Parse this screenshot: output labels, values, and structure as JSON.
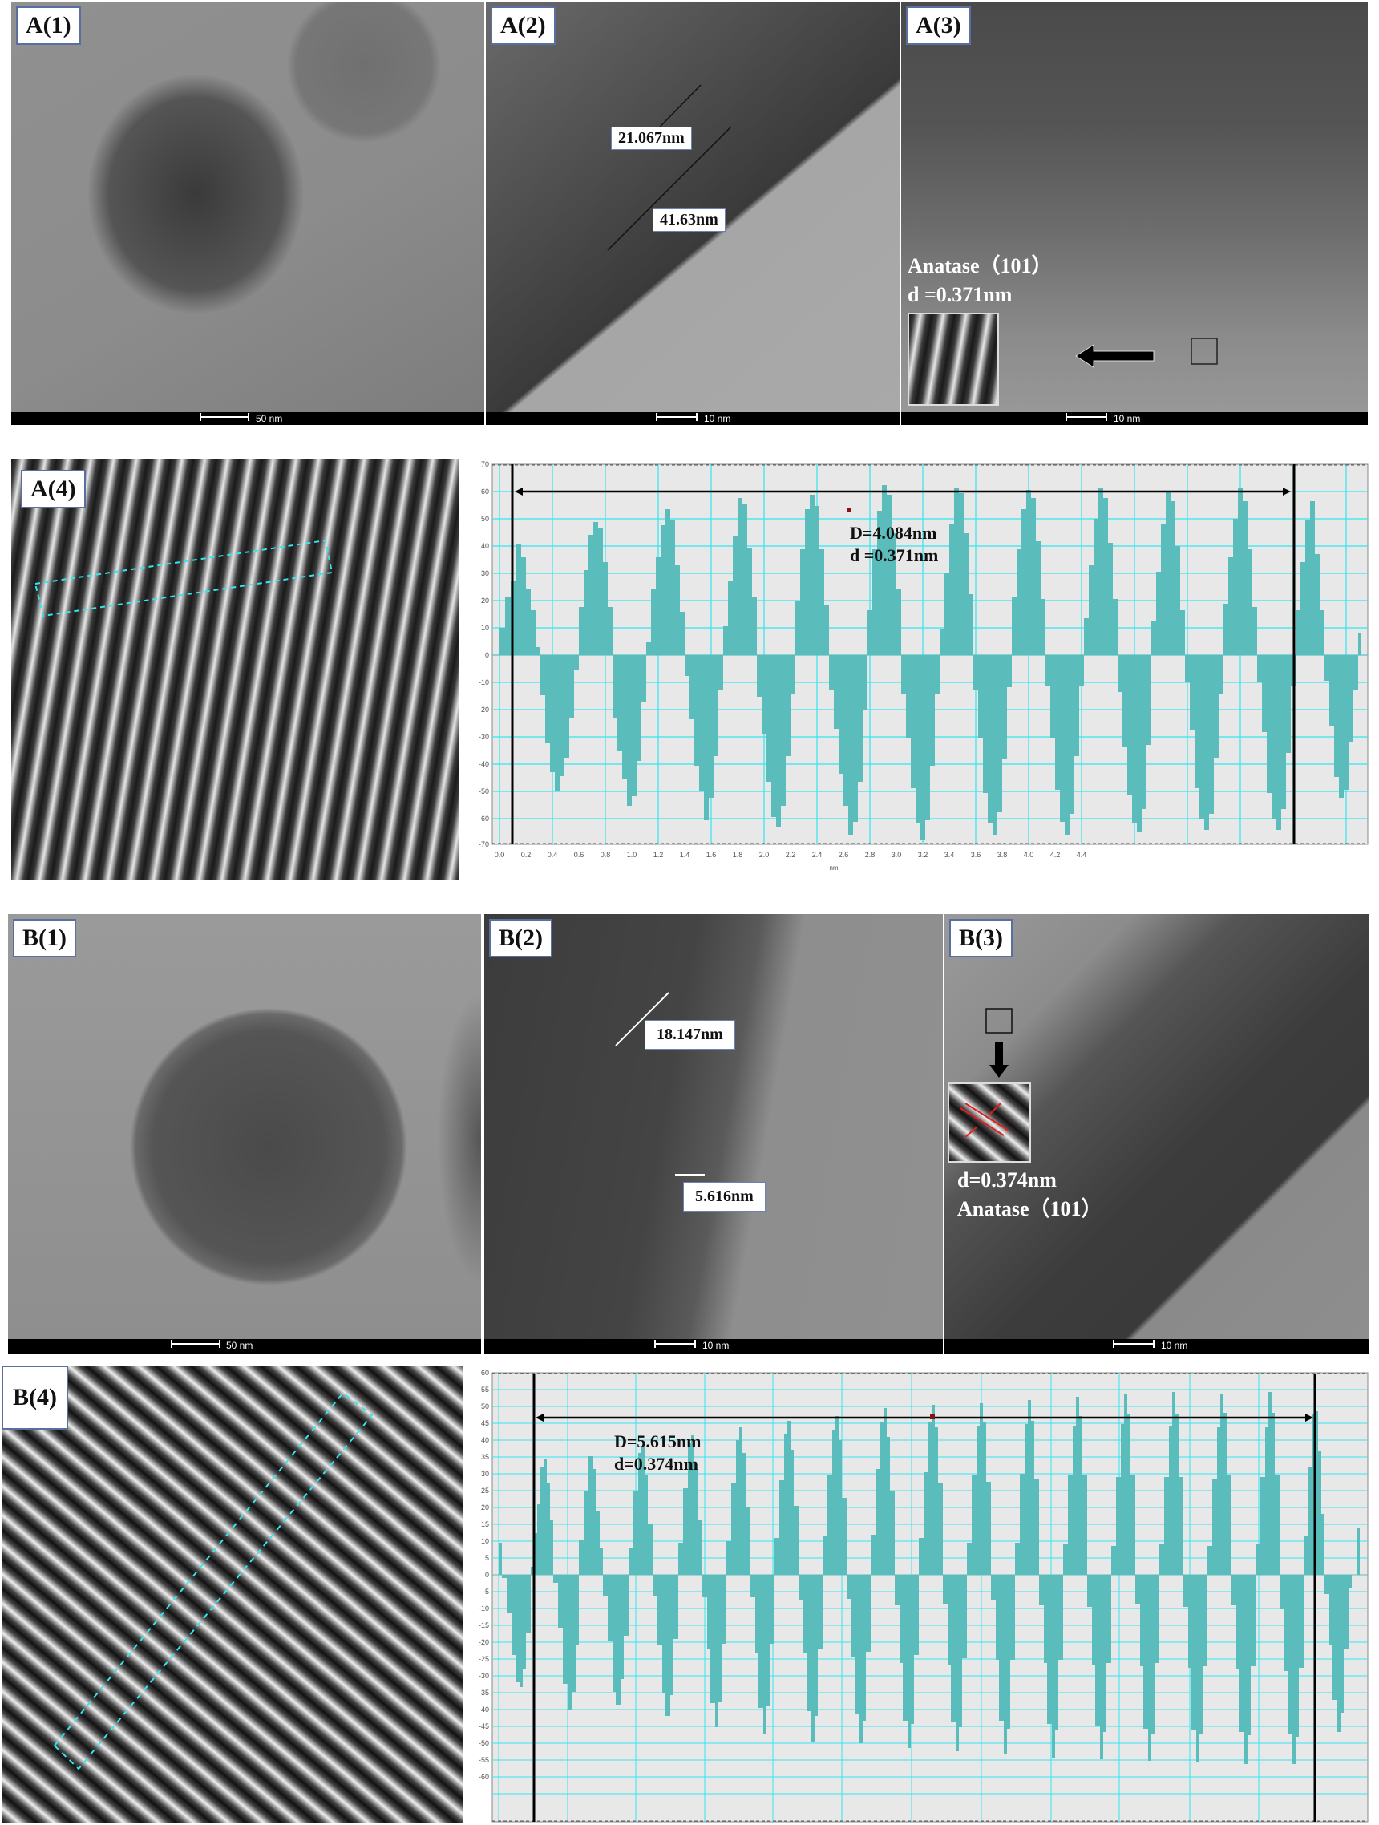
{
  "figure": {
    "panels": {
      "A1": {
        "label": "A(1)",
        "scale": "50 nm"
      },
      "A2": {
        "label": "A(2)",
        "scale": "10 nm",
        "measurements": [
          "21.067nm",
          "41.63nm"
        ]
      },
      "A3": {
        "label": "A(3)",
        "scale": "10 nm",
        "annotation_line1": "Anatase（101）",
        "annotation_line2": "d =0.371nm"
      },
      "A4": {
        "label": "A(4)"
      },
      "B1": {
        "label": "B(1)",
        "scale": "50 nm"
      },
      "B2": {
        "label": "B(2)",
        "scale": "10 nm",
        "measurements": [
          "18.147nm",
          "5.616nm"
        ]
      },
      "B3": {
        "label": "B(3)",
        "scale": "10 nm",
        "annotation_line1": "d=0.374nm",
        "annotation_line2": "Anatase（101）"
      },
      "B4": {
        "label": "B(4)"
      }
    },
    "colors": {
      "bar_fill": "#5bbcbc",
      "grid": "#33e6f0",
      "plot_bg": "#e8e8e8",
      "dashed_roi": "#33e6f0"
    }
  },
  "chart_data": [
    {
      "id": "A4-profile",
      "type": "bar",
      "title": "",
      "xlabel": "nm",
      "ylabel": "",
      "xlim": [
        0.0,
        4.45
      ],
      "ylim": [
        -70,
        70
      ],
      "xticks": [
        "0.0",
        "0.2",
        "0.4",
        "0.6",
        "0.8",
        "1.0",
        "1.2",
        "1.4",
        "1.6",
        "1.8",
        "2.0",
        "2.2",
        "2.4",
        "2.6",
        "2.8",
        "3.0",
        "3.2",
        "3.4",
        "3.6",
        "3.8",
        "4.0",
        "4.2",
        "4.4"
      ],
      "yticks": [
        "70",
        "60",
        "50",
        "40",
        "30",
        "20",
        "10",
        "0",
        "-10",
        "-20",
        "-30",
        "-40",
        "-50",
        "-60",
        "-70"
      ],
      "grid": true,
      "annotation_D": "D=4.084nm",
      "annotation_d": "d =0.371nm",
      "marker_start_x": 0.1,
      "marker_end_x": 4.18,
      "peaks_x": [
        0.1,
        0.47,
        0.84,
        1.21,
        1.58,
        1.95,
        2.32,
        2.69,
        3.06,
        3.43,
        3.79,
        4.16
      ],
      "peak_values": [
        44,
        53,
        58,
        63,
        67,
        65,
        63,
        63,
        62,
        60,
        65,
        59
      ],
      "trough_x": [
        0.29,
        0.66,
        1.03,
        1.4,
        1.77,
        2.14,
        2.51,
        2.88,
        3.25,
        3.62,
        3.99,
        4.36
      ],
      "trough_values": [
        -49,
        -56,
        -61,
        -66,
        -67,
        -64,
        -63,
        -63,
        -61,
        -62,
        -65,
        -53
      ]
    },
    {
      "id": "B4-profile",
      "type": "bar",
      "title": "",
      "xlabel": "",
      "ylabel": "",
      "ylim": [
        -60,
        60
      ],
      "yticks": [
        "60",
        "55",
        "50",
        "45",
        "40",
        "35",
        "30",
        "25",
        "20",
        "15",
        "10",
        "5",
        "0",
        "-5",
        "-10",
        "-15",
        "-20",
        "-25",
        "-30",
        "-35",
        "-40",
        "-45",
        "-50",
        "-55",
        "-60"
      ],
      "grid": true,
      "annotation_D": "D=5.615nm",
      "annotation_d": "d=0.374nm",
      "peak_values": [
        11,
        38,
        41,
        44,
        47,
        51,
        52,
        55,
        56,
        57,
        54,
        55,
        57,
        58,
        58,
        58,
        58,
        40,
        18
      ],
      "trough_values": [
        -35,
        -40,
        -42,
        -45,
        -48,
        -50,
        -52,
        -53,
        -55,
        -54,
        -56,
        -56,
        -57,
        -57,
        -58,
        -50,
        -55,
        -48
      ]
    }
  ]
}
